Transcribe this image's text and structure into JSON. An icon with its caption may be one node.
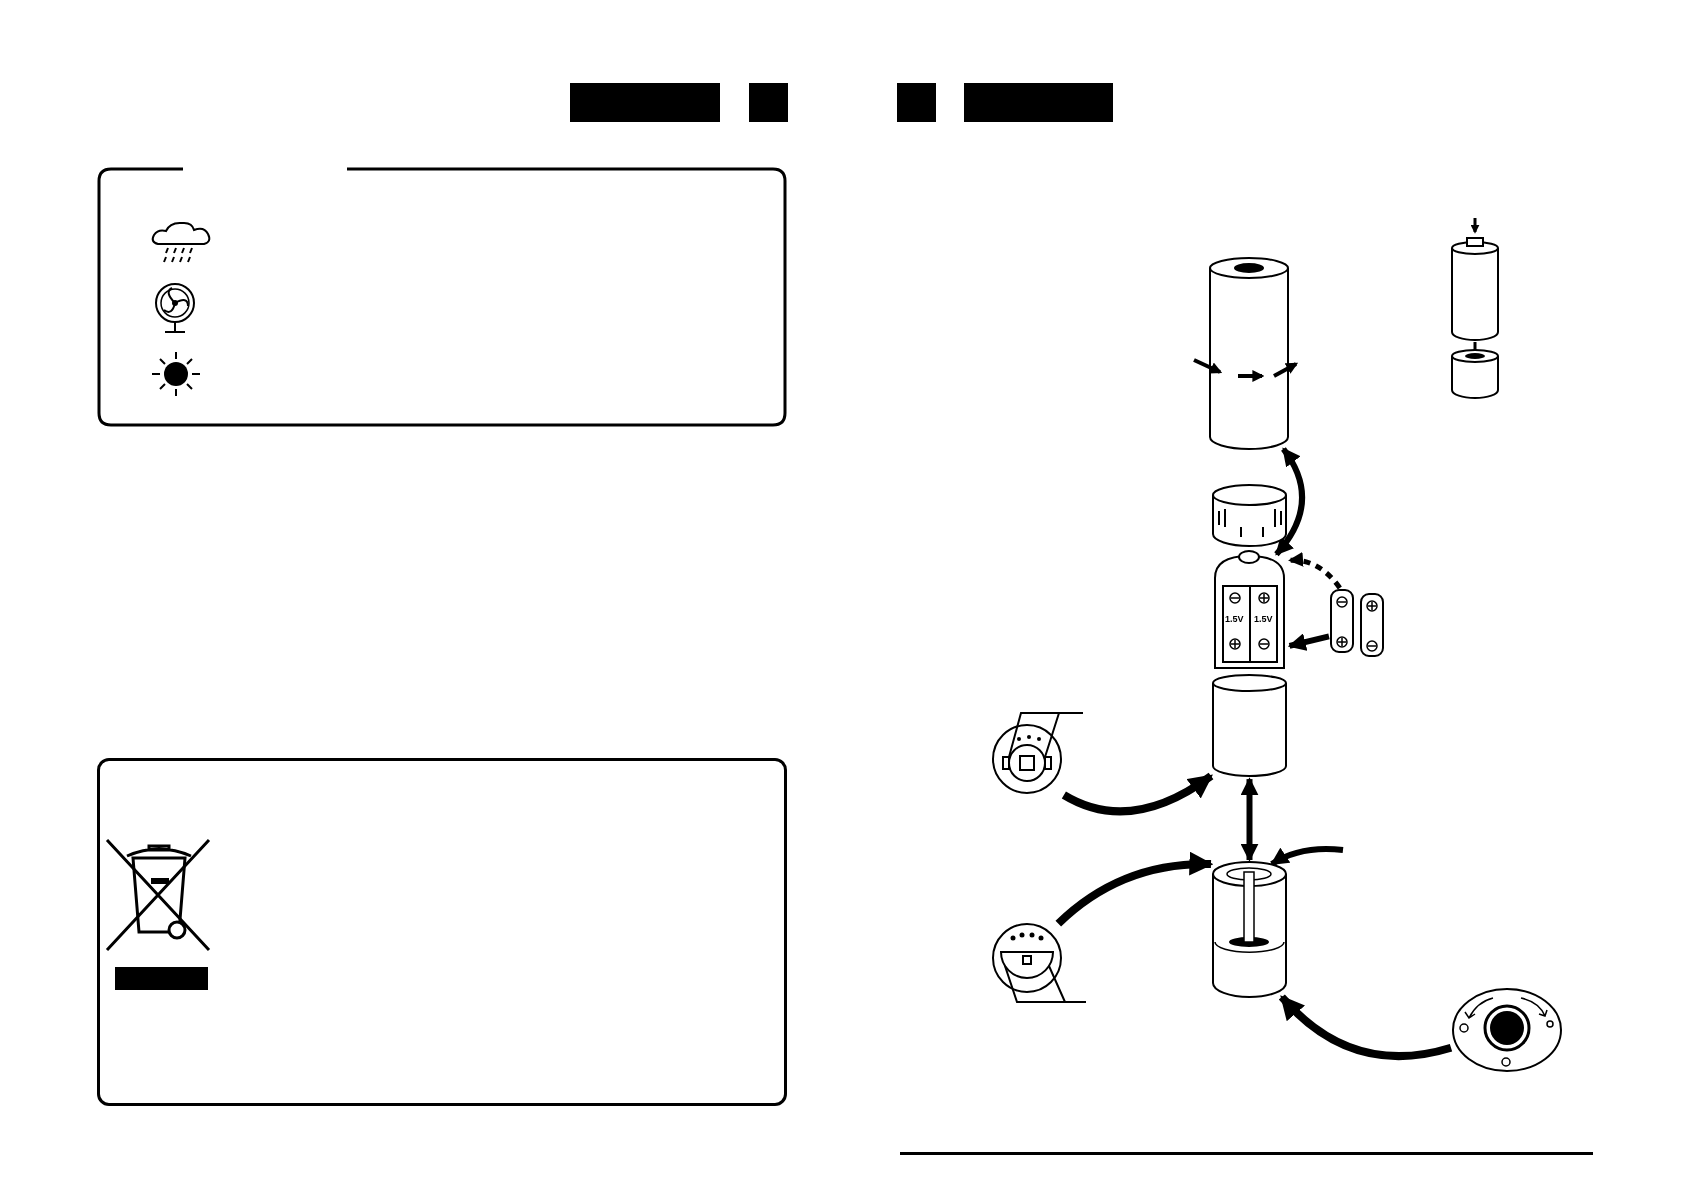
{
  "diagram": {
    "nodes": [
      {
        "text": [],
        "shape": "picture"
      },
      {
        "text": [],
        "shape": "picture"
      },
      {
        "text": [
          "1.5V",
          "1.5V"
        ]
      },
      {
        "text": [],
        "shape": "picture"
      },
      {
        "text": [],
        "shape": "cylinder"
      },
      {
        "text": [],
        "shape": "picture"
      },
      {
        "text": [],
        "shape": "picture"
      },
      {
        "text": [],
        "shape": "picture"
      },
      {
        "text": [],
        "shape": "picture"
      }
    ],
    "edges": [
      {
        "from": 0,
        "to": 2,
        "arrow": "both"
      },
      {
        "from": 3,
        "to": 2,
        "arrow": "to",
        "style": "dashed"
      },
      {
        "from": 3,
        "to": 2,
        "arrow": "to"
      },
      {
        "from": 5,
        "to": 4,
        "arrow": "to"
      },
      {
        "from": 4,
        "to": 6,
        "arrow": "both"
      },
      {
        "from": 7,
        "to": 6,
        "arrow": "to"
      },
      {
        "from": null,
        "to": 6,
        "arrow": "to"
      },
      {
        "from": 8,
        "to": 6,
        "arrow": "to"
      }
    ]
  }
}
